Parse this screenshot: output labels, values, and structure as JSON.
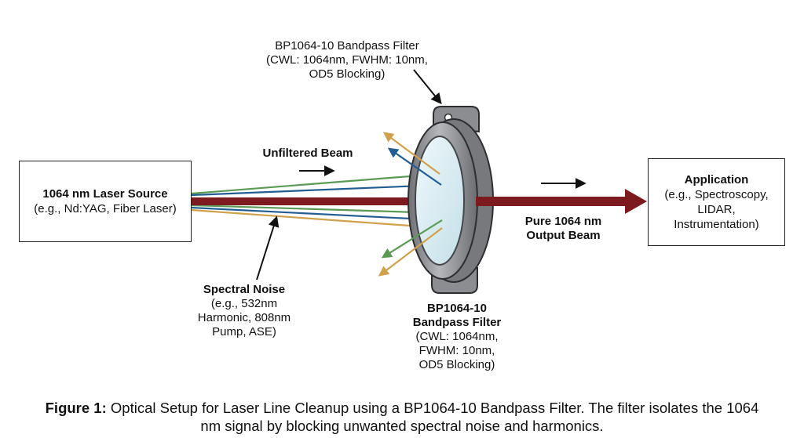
{
  "colors": {
    "main_beam": "#7d1a1f",
    "noise_green": "#5a9a55",
    "noise_blue": "#225d94",
    "noise_orange": "#d0a14a",
    "filter_frame": "#8a8c90",
    "filter_glass": "#d6ecf2"
  },
  "top_filter_label": {
    "line1": "BP1064-10 Bandpass Filter",
    "line2": "(CWL: 1064nm, FWHM: 10nm,",
    "line3": "OD5  Blocking)"
  },
  "unfiltered_beam_label": "Unfiltered Beam",
  "source_box": {
    "line1": "1064 nm Laser Source",
    "line2": "(e.g., Nd:YAG, Fiber Laser)"
  },
  "application_box": {
    "line1": "Application",
    "line2": "(e.g., Spectroscopy,",
    "line3": "LIDAR,",
    "line4": "Instrumentation)"
  },
  "output_beam_label": {
    "line1": "Pure 1064 nm",
    "line2": "Output Beam"
  },
  "noise_label": {
    "title": "Spectral Noise",
    "line2": "(e.g., 532nm",
    "line3": "Harmonic, 808nm",
    "line4": "Pump, ASE)"
  },
  "bottom_filter_label": {
    "line1": "BP1064-10",
    "line2": "Bandpass Filter",
    "line3": "(CWL: 1064nm,",
    "line4": "FWHM: 10nm,",
    "line5": "OD5 Blocking)"
  },
  "caption": {
    "label": "Figure 1:",
    "line1": "Optical Setup for Laser Line Cleanup using a BP1064-10 Bandpass Filter. The filter isolates the 1064",
    "line2": "nm signal by blocking unwanted spectral noise and harmonics."
  }
}
